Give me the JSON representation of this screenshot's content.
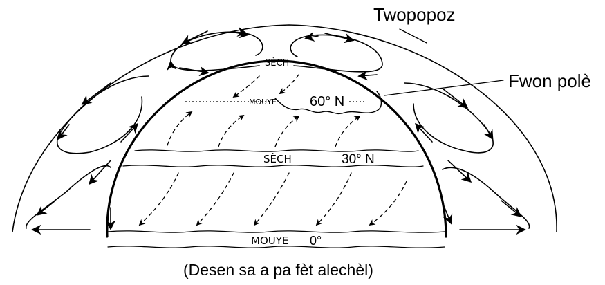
{
  "labels": {
    "tropopause": "Twopopoz",
    "polar_front": "Fwon polè",
    "dry_top": "SÈCH",
    "wet_60": "MOUYE",
    "lat_60": "60° N",
    "dry_30": "SÈCH",
    "lat_30": "30° N",
    "wet_eq": "MOUYE",
    "lat_0": "0°",
    "caption": "(Desen sa a pa fèt alechèl)"
  }
}
